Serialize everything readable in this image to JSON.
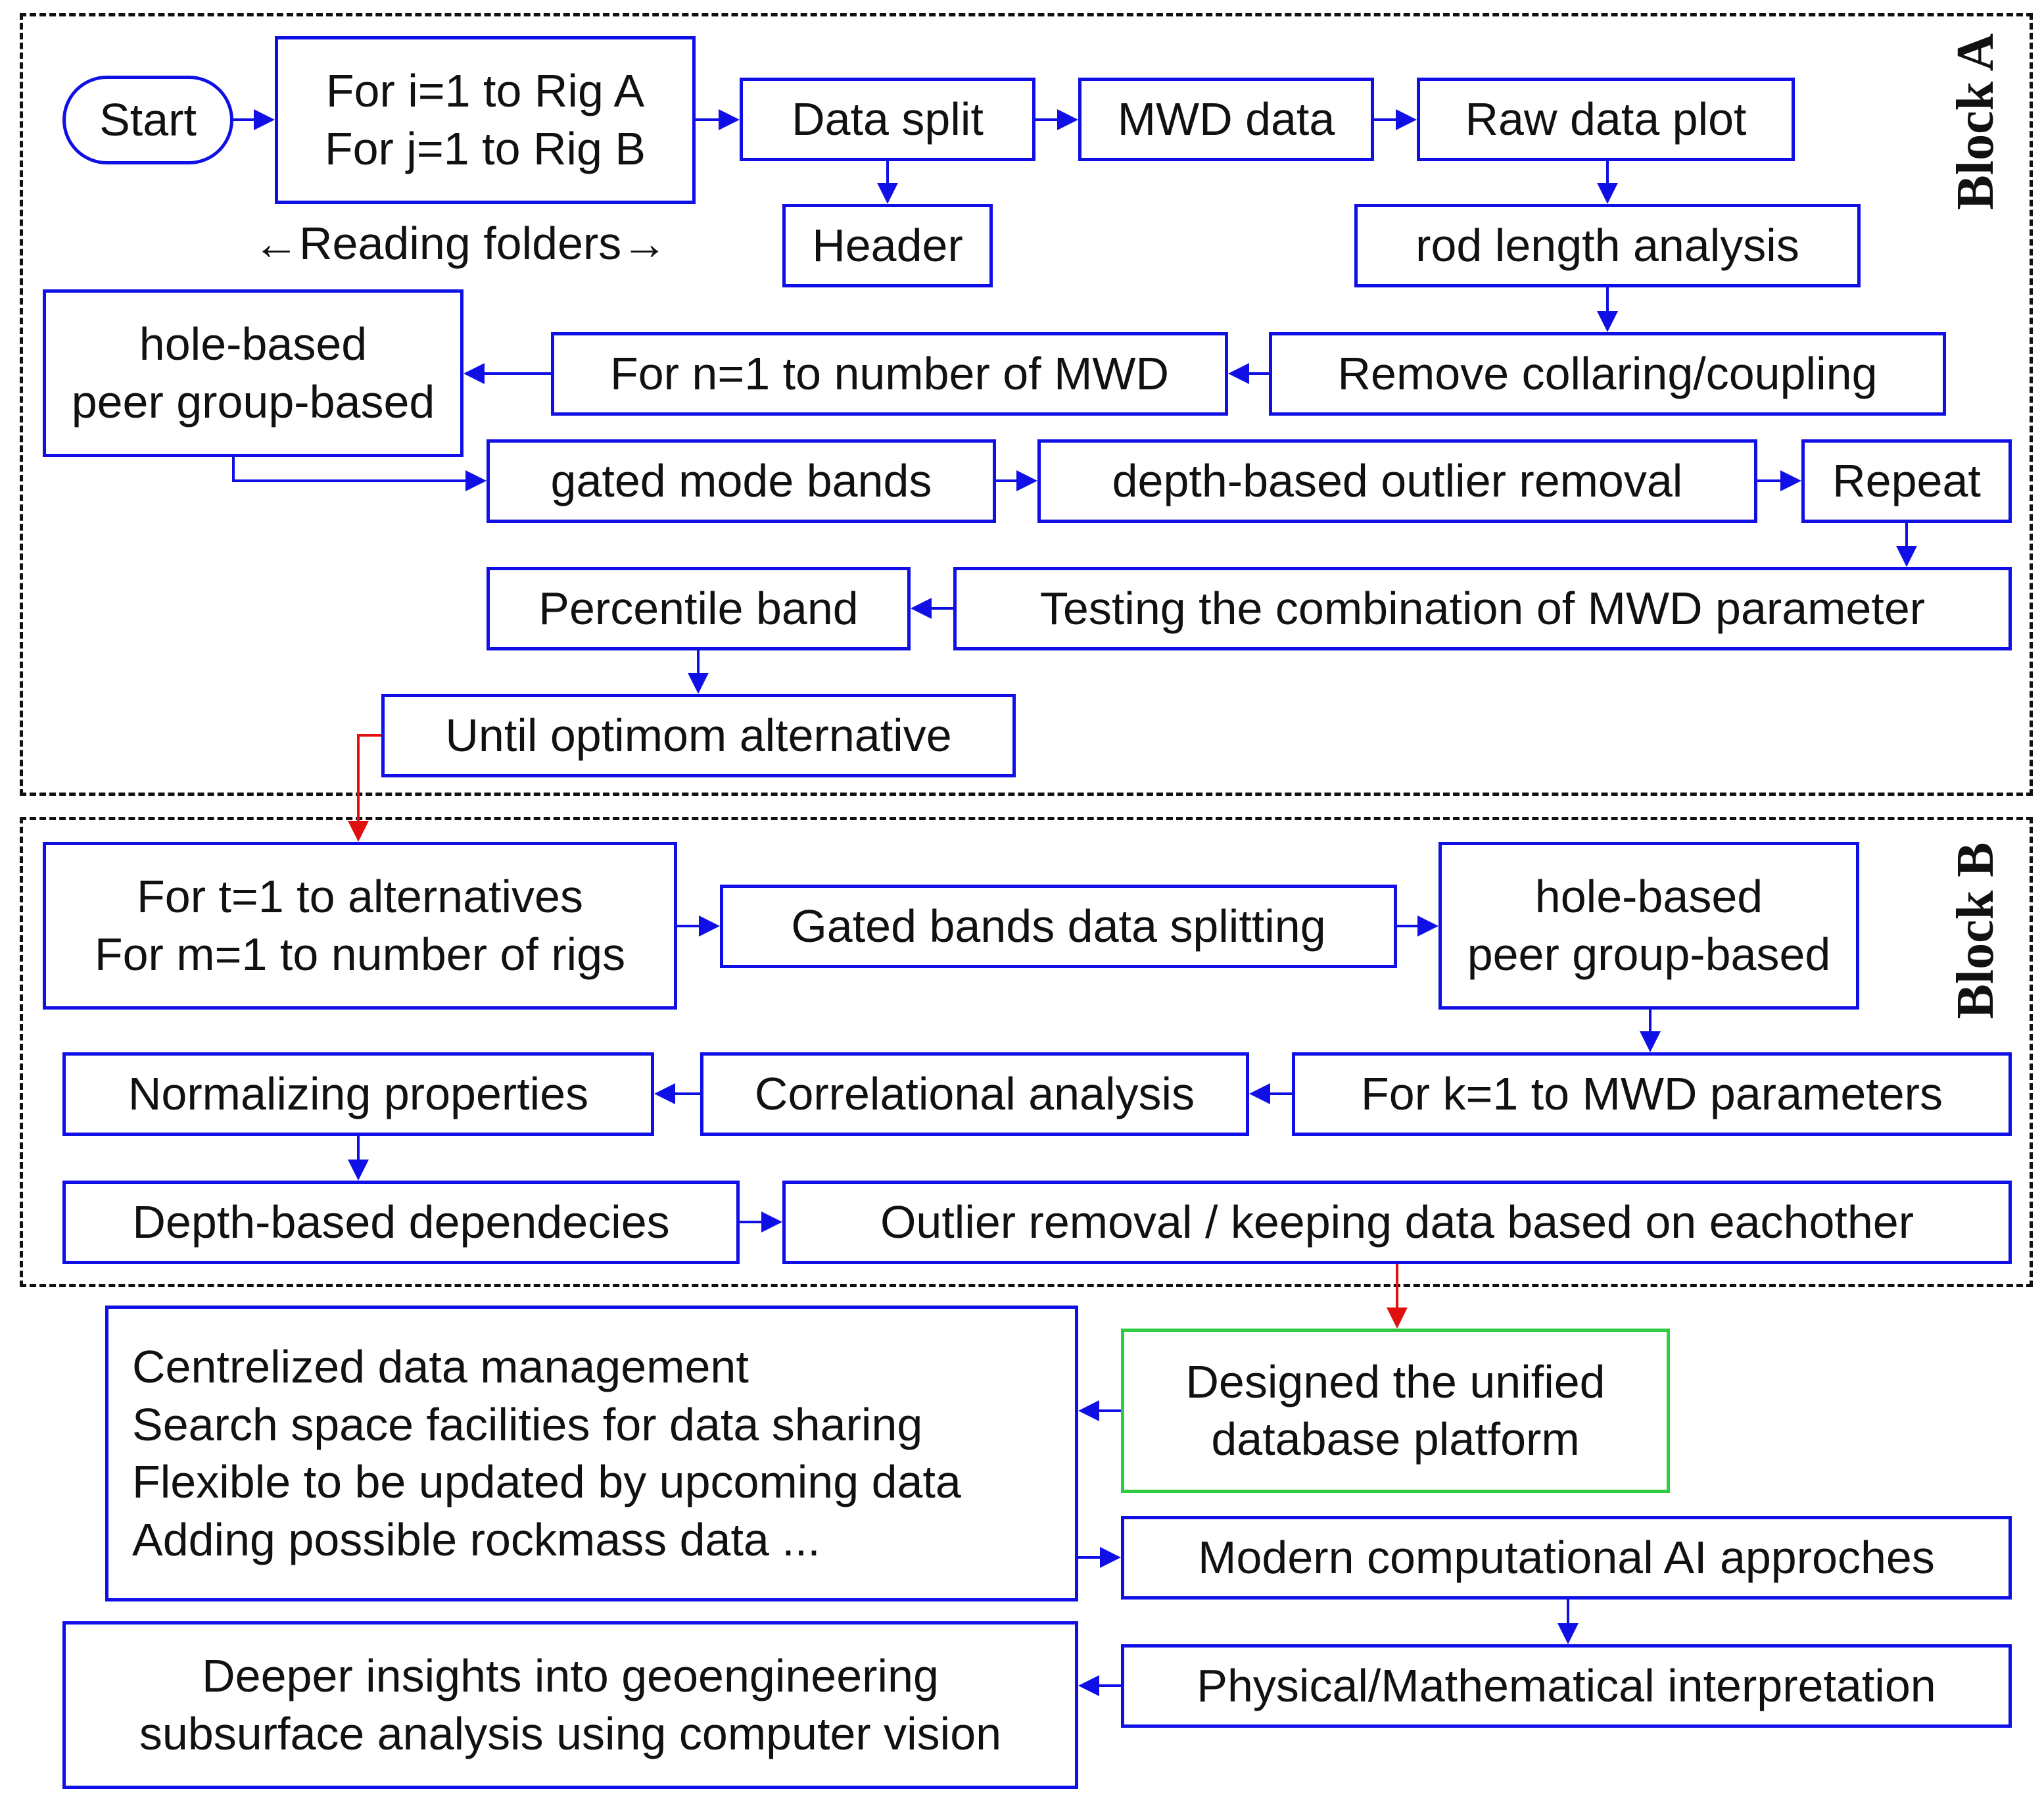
{
  "colors": {
    "box_border": "#1010e6",
    "arrow": "#1010e6",
    "transition_arrow": "#e01010",
    "platform_border": "#2ecc40",
    "frame": "#111111"
  },
  "block_a": {
    "label": "Block A",
    "start": "Start",
    "loop_rigs": [
      "For i=1 to Rig A",
      "For j=1 to Rig B"
    ],
    "reading_folders": "←Reading folders→",
    "data_split": "Data split",
    "mwd_data": "MWD data",
    "raw_data_plot": "Raw data plot",
    "header": "Header",
    "rod_length": "rod length analysis",
    "remove_collaring": "Remove collaring/coupling",
    "loop_mwd": "For n=1 to number of MWD",
    "grouping": [
      "hole-based",
      "peer group-based"
    ],
    "gated_mode": "gated mode bands",
    "depth_outlier": "depth-based outlier removal",
    "repeat": "Repeat",
    "testing": "Testing the combination of MWD parameter",
    "percentile": "Percentile band",
    "until_optimum": "Until optimom alternative"
  },
  "block_b": {
    "label": "Block B",
    "loop_alternatives": [
      "For t=1 to alternatives",
      "For m=1 to number of rigs"
    ],
    "gated_split": "Gated bands data splitting",
    "grouping": [
      "hole-based",
      "peer group-based"
    ],
    "loop_params": "For k=1 to MWD parameters",
    "correlational": "Correlational analysis",
    "normalizing": "Normalizing properties",
    "depth_dependencies": "Depth-based dependecies",
    "outlier_keep": "Outlier removal / keeping data based on eachother"
  },
  "bottom": {
    "platform": [
      "Designed the unified",
      "database platform"
    ],
    "features": [
      "Centrelized data management",
      "Search space facilities for data sharing",
      "Flexible to be updated by upcoming data",
      "Adding possible rockmass data ..."
    ],
    "ai": "Modern computational AI approches",
    "interpretation": "Physical/Mathematical interpretation",
    "insights": [
      "Deeper insights into geoengineering",
      "subsurface analysis using computer vision"
    ]
  }
}
